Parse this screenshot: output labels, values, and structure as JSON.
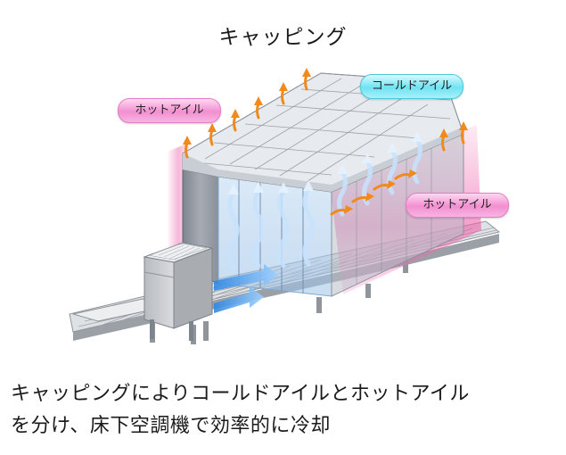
{
  "title": "キャッピング",
  "labels": {
    "hot_aisle_left": "ホットアイル",
    "cold_aisle": "コールドアイル",
    "hot_aisle_right": "ホットアイル"
  },
  "caption": {
    "line1": "キャッピングによりコールドアイルとホットアイル",
    "line2": "を分け、床下空調機で効率的に冷却"
  },
  "colors": {
    "hot": "#f07ab9",
    "cold": "#5fd6ea",
    "hot_arrow": "#f08a1c",
    "cold_air": "#3d8fe0",
    "rack": "#8e949d"
  }
}
